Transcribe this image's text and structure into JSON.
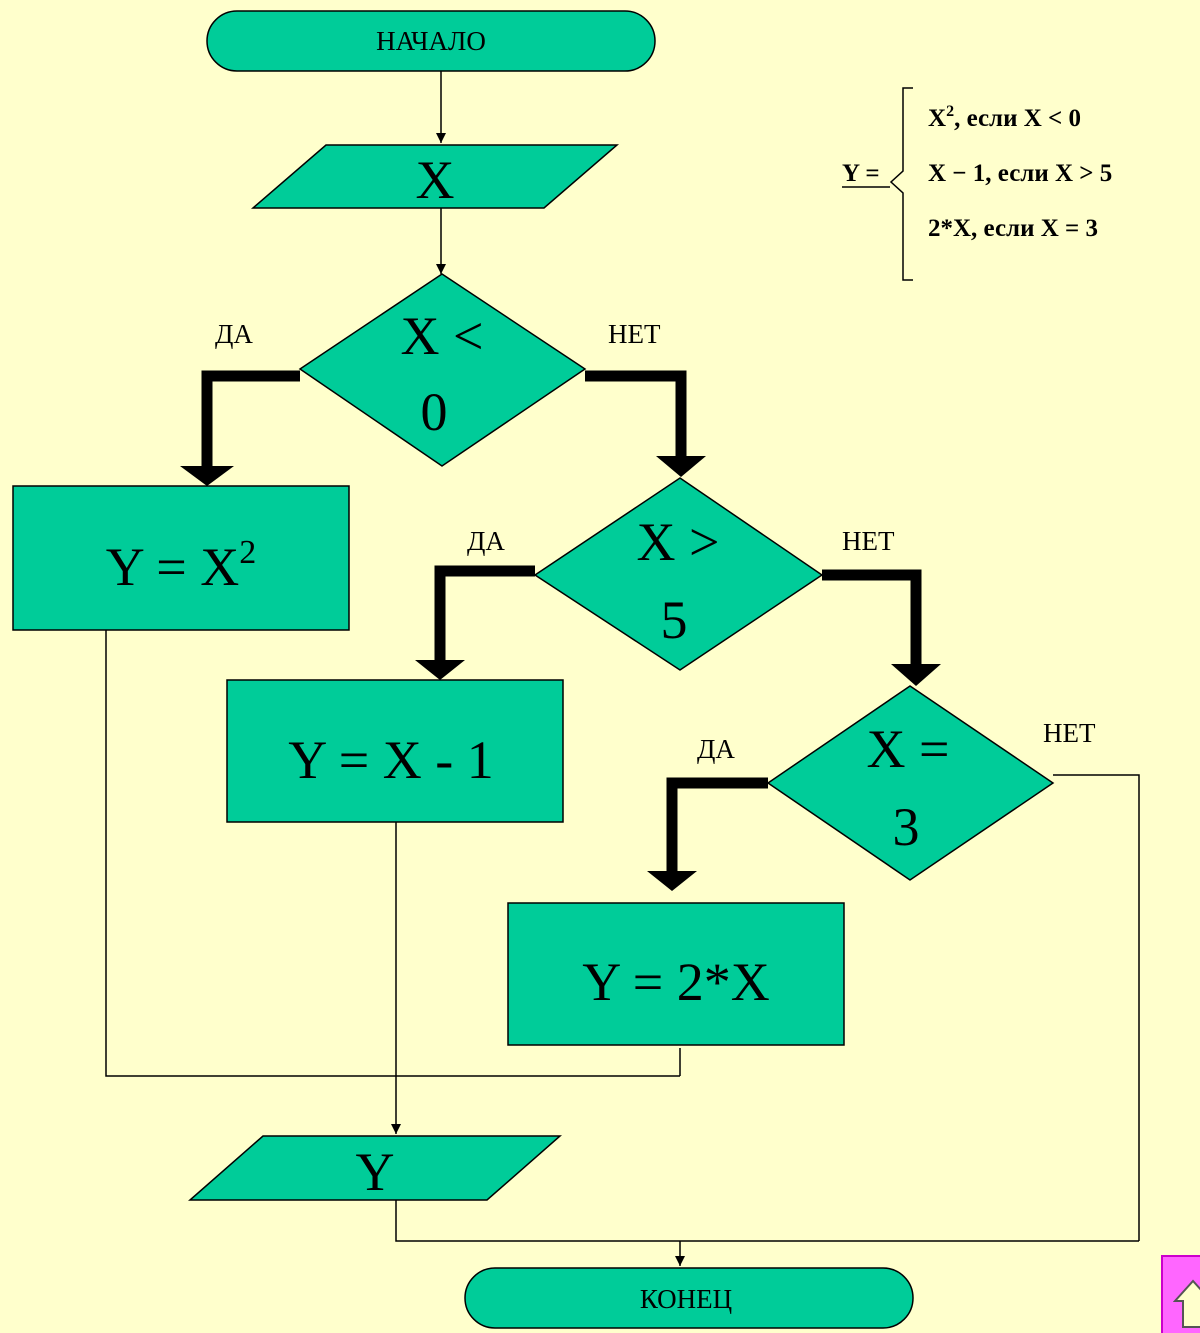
{
  "start_label": "НАЧАЛО",
  "end_label": "КОНЕЦ",
  "input": {
    "variable": "X"
  },
  "output": {
    "variable": "Y"
  },
  "conditions": [
    {
      "line1": "X <",
      "line2": "0",
      "yes": "ДА",
      "no": "НЕТ"
    },
    {
      "line1": "X >",
      "line2": "5",
      "yes": "ДА",
      "no": "НЕТ"
    },
    {
      "line1": "X =",
      "line2": "3",
      "yes": "ДА",
      "no": "НЕТ"
    }
  ],
  "actions": [
    {
      "text": "Y = X",
      "sup": "2"
    },
    {
      "text": "Y = X - 1"
    },
    {
      "text": "Y = 2*X"
    }
  ],
  "formula": {
    "lhs": "Y =",
    "cases": [
      {
        "pre": "X",
        "sup": "2",
        "post": ", если X < 0"
      },
      {
        "pre": "X − 1, если  X > 5",
        "sup": "",
        "post": ""
      },
      {
        "pre": "2*X, если X = 3",
        "sup": "",
        "post": ""
      }
    ]
  },
  "colors": {
    "background": "#ffffcc",
    "shape_fill": "#00cc99",
    "home_button": "#ff66ff"
  },
  "icons": {
    "home_button": "home-icon"
  }
}
